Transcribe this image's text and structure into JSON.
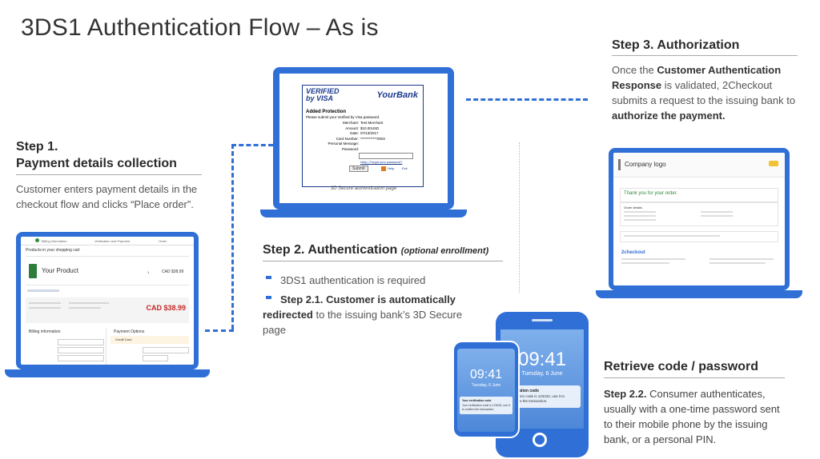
{
  "title": "3DS1 Authentication Flow – As is",
  "step1": {
    "heading_line1": "Step 1.",
    "heading_line2": "Payment details collection",
    "text": "Customer enters payment details in the checkout flow and clicks “Place order”."
  },
  "step2": {
    "heading": "Step 2. Authentication",
    "heading_note": "(optional enrollment)",
    "bullet1": "3DS1 authentication is required",
    "bullet2_bold": "Step 2.1. Customer is automatically redirected",
    "bullet2_rest": " to the issuing bank’s 3D Secure page"
  },
  "step3": {
    "heading": "Step 3. Authorization",
    "t1": "Once the ",
    "t2": "Customer Authentication Response",
    "t3": " is validated, 2Checkout submits a request to the issuing bank to ",
    "t4": "authorize the payment."
  },
  "retrieve": {
    "heading": "Retrieve code / password",
    "bold": "Step 2.2.",
    "text": " Consumer authenticates, usually with a one-time password sent to their mobile phone by the issuing bank, or a personal PIN."
  },
  "laptop1": {
    "progress": [
      "Billing information",
      "Verification and Payment",
      "Order"
    ],
    "products_title": "Products in your shopping cart",
    "product_name": "Your Product",
    "product_qty": "1",
    "product_price": "CAD $38.99",
    "total": "CAD $38.99",
    "billing_title": "Billing information",
    "payment_title": "Payment Options",
    "payment_method": "Credit Card"
  },
  "laptop2": {
    "verified_by": "VERIFIED by VISA",
    "bank": "YourBank",
    "heading": "Added Protection",
    "intro": "Please submit your Verified by Visa password.",
    "rows": [
      {
        "label": "Merchant:",
        "value": "Test Merchant"
      },
      {
        "label": "Amount:",
        "value": "$10.00USD"
      },
      {
        "label": "Date:",
        "value": "07/13/2017"
      },
      {
        "label": "Card Number:",
        "value": "************0002"
      },
      {
        "label": "Personal Message:",
        "value": ""
      },
      {
        "label": "Password:",
        "value": ""
      }
    ],
    "links": "Help | Forgot your password?",
    "submit": "Submit",
    "help": "Help",
    "exit": "Exit",
    "caption": "3D Secure authentication page"
  },
  "laptop3": {
    "logo": "Company logo",
    "thanks": "Thank you for your order.",
    "order_details": "Order details",
    "brand": "2checkout"
  },
  "phone_big": {
    "time": "09:41",
    "date": "Tuesday, 6 June",
    "notif_title": "Verification code",
    "notif_text": "Verification code is 123432, use it to authorize the transaction."
  },
  "phone_small": {
    "time": "09:41",
    "date": "Tuesday, 6 June",
    "notif_title": "Your verification code",
    "notif_text": "Your verification code is 123432, use it to confirm the transaction."
  },
  "colors": {
    "accent": "#2f6fd6",
    "success": "#2e8b3d",
    "price": "#c62828"
  }
}
